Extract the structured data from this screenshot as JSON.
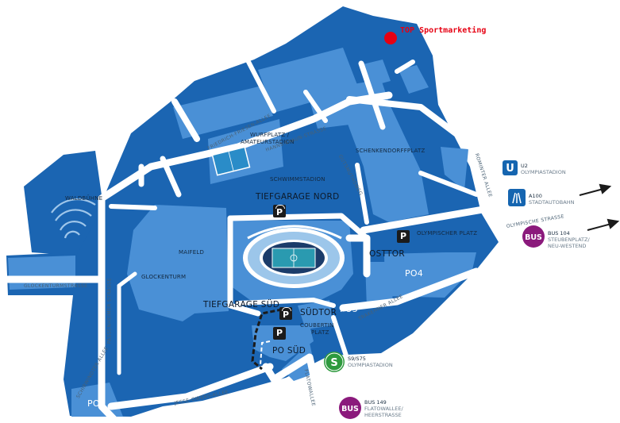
{
  "marker": {
    "label": "TOP Sportmarketing",
    "color": "#e60012"
  },
  "colors": {
    "park": "#1b65b2",
    "field": "#4a90d6",
    "road": "#ffffff",
    "route": "#1b1b1b"
  },
  "areas": {
    "waldbuehne": "WALDBÜHNE",
    "wurfplatz": "WURFPLATZ /",
    "amateurstadion": "AMATEURSTADION",
    "schenkendorffplatz": "SCHENKENDORFFPLATZ",
    "schwimmstadion": "SCHWIMMSTADION",
    "maifeld": "MAIFELD",
    "glockenturm": "GLOCKENTURM",
    "olympischer_platz": "OLYMPISCHER PLATZ",
    "coubertin_1": "COUBERTIN",
    "coubertin_2": "PLATZ"
  },
  "gates": {
    "tiefgarage_nord": "TIEFGARAGE NORD",
    "tiefgarage_sued": "TIEFGARAGE SÜD",
    "osttor": "OSTTOR",
    "suedtor": "SÜDTOR",
    "po_sued": "PO SÜD",
    "po4": "PO4",
    "po5": "PO5",
    "po7": "PO7"
  },
  "parking_symbol": "P",
  "streets": {
    "friedrich_friesen": "FRIEDRICH-FRIESEN-ALLEE",
    "hanns_braun": "HANNS-BRAUN-STRASSE",
    "gutsmuths": "GUTSMUTHSWEG",
    "glockenturm": "GLOCKENTURMSTRASSE",
    "passenheimer": "PASSENHEIMER STRASSE",
    "schirwindter": "SCHIRWINDTER ALLEE",
    "jesse_owens": "JESSE-OWENS-ALLEE",
    "flatowallee": "FLATOWALLEE",
    "trakehner": "TRAKEHNER ALLEE",
    "rominter": "ROMINTER ALLEE",
    "olympische": "OLYMPISCHE STRASSE"
  },
  "transit": {
    "u2": {
      "symbol": "U",
      "line": "U2",
      "stop": "OLYMPIASTADION",
      "color": "#1565b0"
    },
    "a100": {
      "line": "A100",
      "stop": "STADTAUTOBAHN",
      "color": "#1565b0"
    },
    "bus104": {
      "symbol": "BUS",
      "line": "BUS 104",
      "stop1": "STEUBENPLATZ/",
      "stop2": "NEU-WESTEND",
      "color": "#8b1a7c"
    },
    "sbahn": {
      "symbol": "S",
      "line": "S9/S75",
      "stop": "OLYMPIASTADION",
      "color": "#2e9a3e"
    },
    "bus149": {
      "symbol": "BUS",
      "line": "BUS 149",
      "stop1": "FLATOWALLEE/",
      "stop2": "HEERSTRASSE",
      "color": "#8b1a7c"
    }
  }
}
